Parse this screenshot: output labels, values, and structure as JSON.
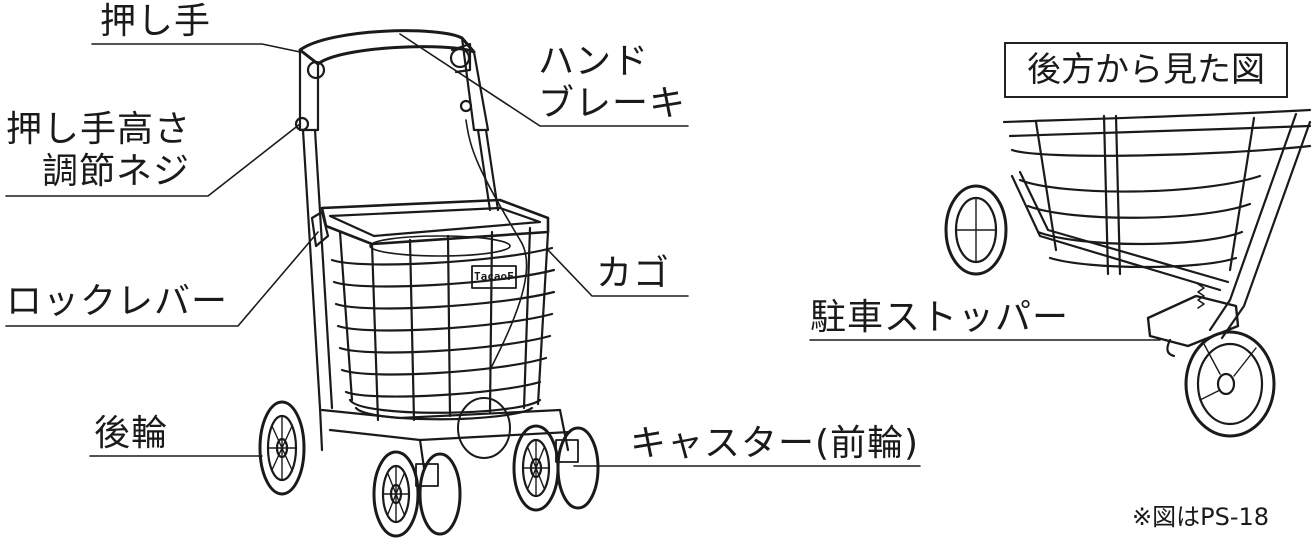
{
  "labels": {
    "push_handle": "押し手",
    "hand_brake_line1": "ハンド",
    "hand_brake_line2": "ブレーキ",
    "height_screw_line1": "押し手高さ",
    "height_screw_line2": "調節ネジ",
    "basket": "カゴ",
    "lock_lever": "ロックレバー",
    "rear_wheel": "後輪",
    "caster": "キャスター(前輪)",
    "parking_stopper": "駐車ストッパー",
    "rear_view_title": "後方から見た図",
    "note": "※図はPS-18"
  },
  "brand_plate": "TacaoF",
  "colors": {
    "line": "#1a1a1a",
    "background": "#ffffff"
  }
}
